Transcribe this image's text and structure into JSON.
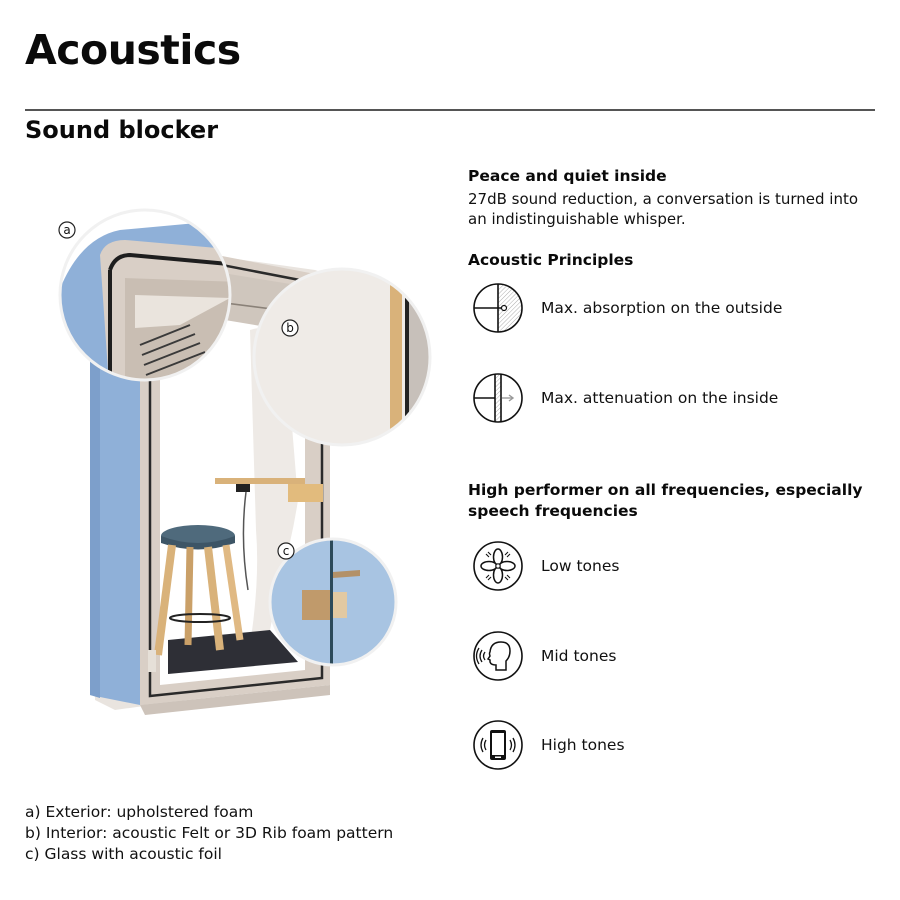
{
  "header": {
    "title": "Acoustics",
    "subtitle": "Sound blocker"
  },
  "illustration": {
    "subject": "acoustic phone booth with stool and shelf",
    "callouts": [
      "a",
      "b",
      "c"
    ],
    "colors": {
      "exterior_blue": "#8fb0d8",
      "interior_felt": "#ece8e4",
      "frame_beige": "#d9cfc6",
      "wood": "#d9b27a",
      "floor": "#2e2f36"
    }
  },
  "peace": {
    "heading": "Peace and quiet inside",
    "body_line1": "27dB sound reduction, a conversation is turned into",
    "body_line2": "an indistinguishable whisper."
  },
  "principles": {
    "heading": "Acoustic Principles",
    "items": [
      {
        "icon": "absorption-icon",
        "label": "Max. absorption on the outside"
      },
      {
        "icon": "attenuation-icon",
        "label": "Max. attenuation on the inside"
      }
    ]
  },
  "frequencies": {
    "heading_line1": "High performer on all frequencies, especially",
    "heading_line2": "speech frequencies",
    "items": [
      {
        "icon": "fan-icon",
        "label": "Low tones"
      },
      {
        "icon": "speaking-head-icon",
        "label": "Mid tones"
      },
      {
        "icon": "ringing-phone-icon",
        "label": "High tones"
      }
    ]
  },
  "legend": {
    "items": [
      "a) Exterior: upholstered foam",
      "b) Interior: acoustic Felt or 3D Rib foam pattern",
      "c) Glass with acoustic foil"
    ]
  }
}
